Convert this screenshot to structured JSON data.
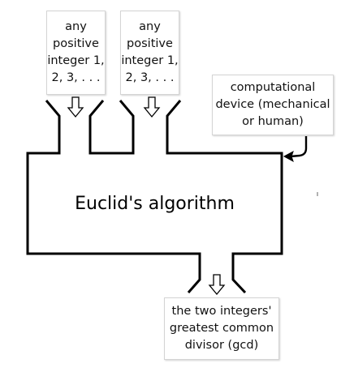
{
  "diagram": {
    "title": "Euclid's algorithm",
    "input_a": "any\npositive\ninteger 1,\n2, 3, . . .",
    "input_b": "any\npositive\ninteger 1,\n2, 3, . . .",
    "device": "computational\ndevice (mechanical\nor human)",
    "output": "the two integers'\ngreatest common\ndivisor (gcd)"
  },
  "colors": {
    "outline": "#000000",
    "note_border": "#d4d4d4",
    "background": "#ffffff"
  }
}
